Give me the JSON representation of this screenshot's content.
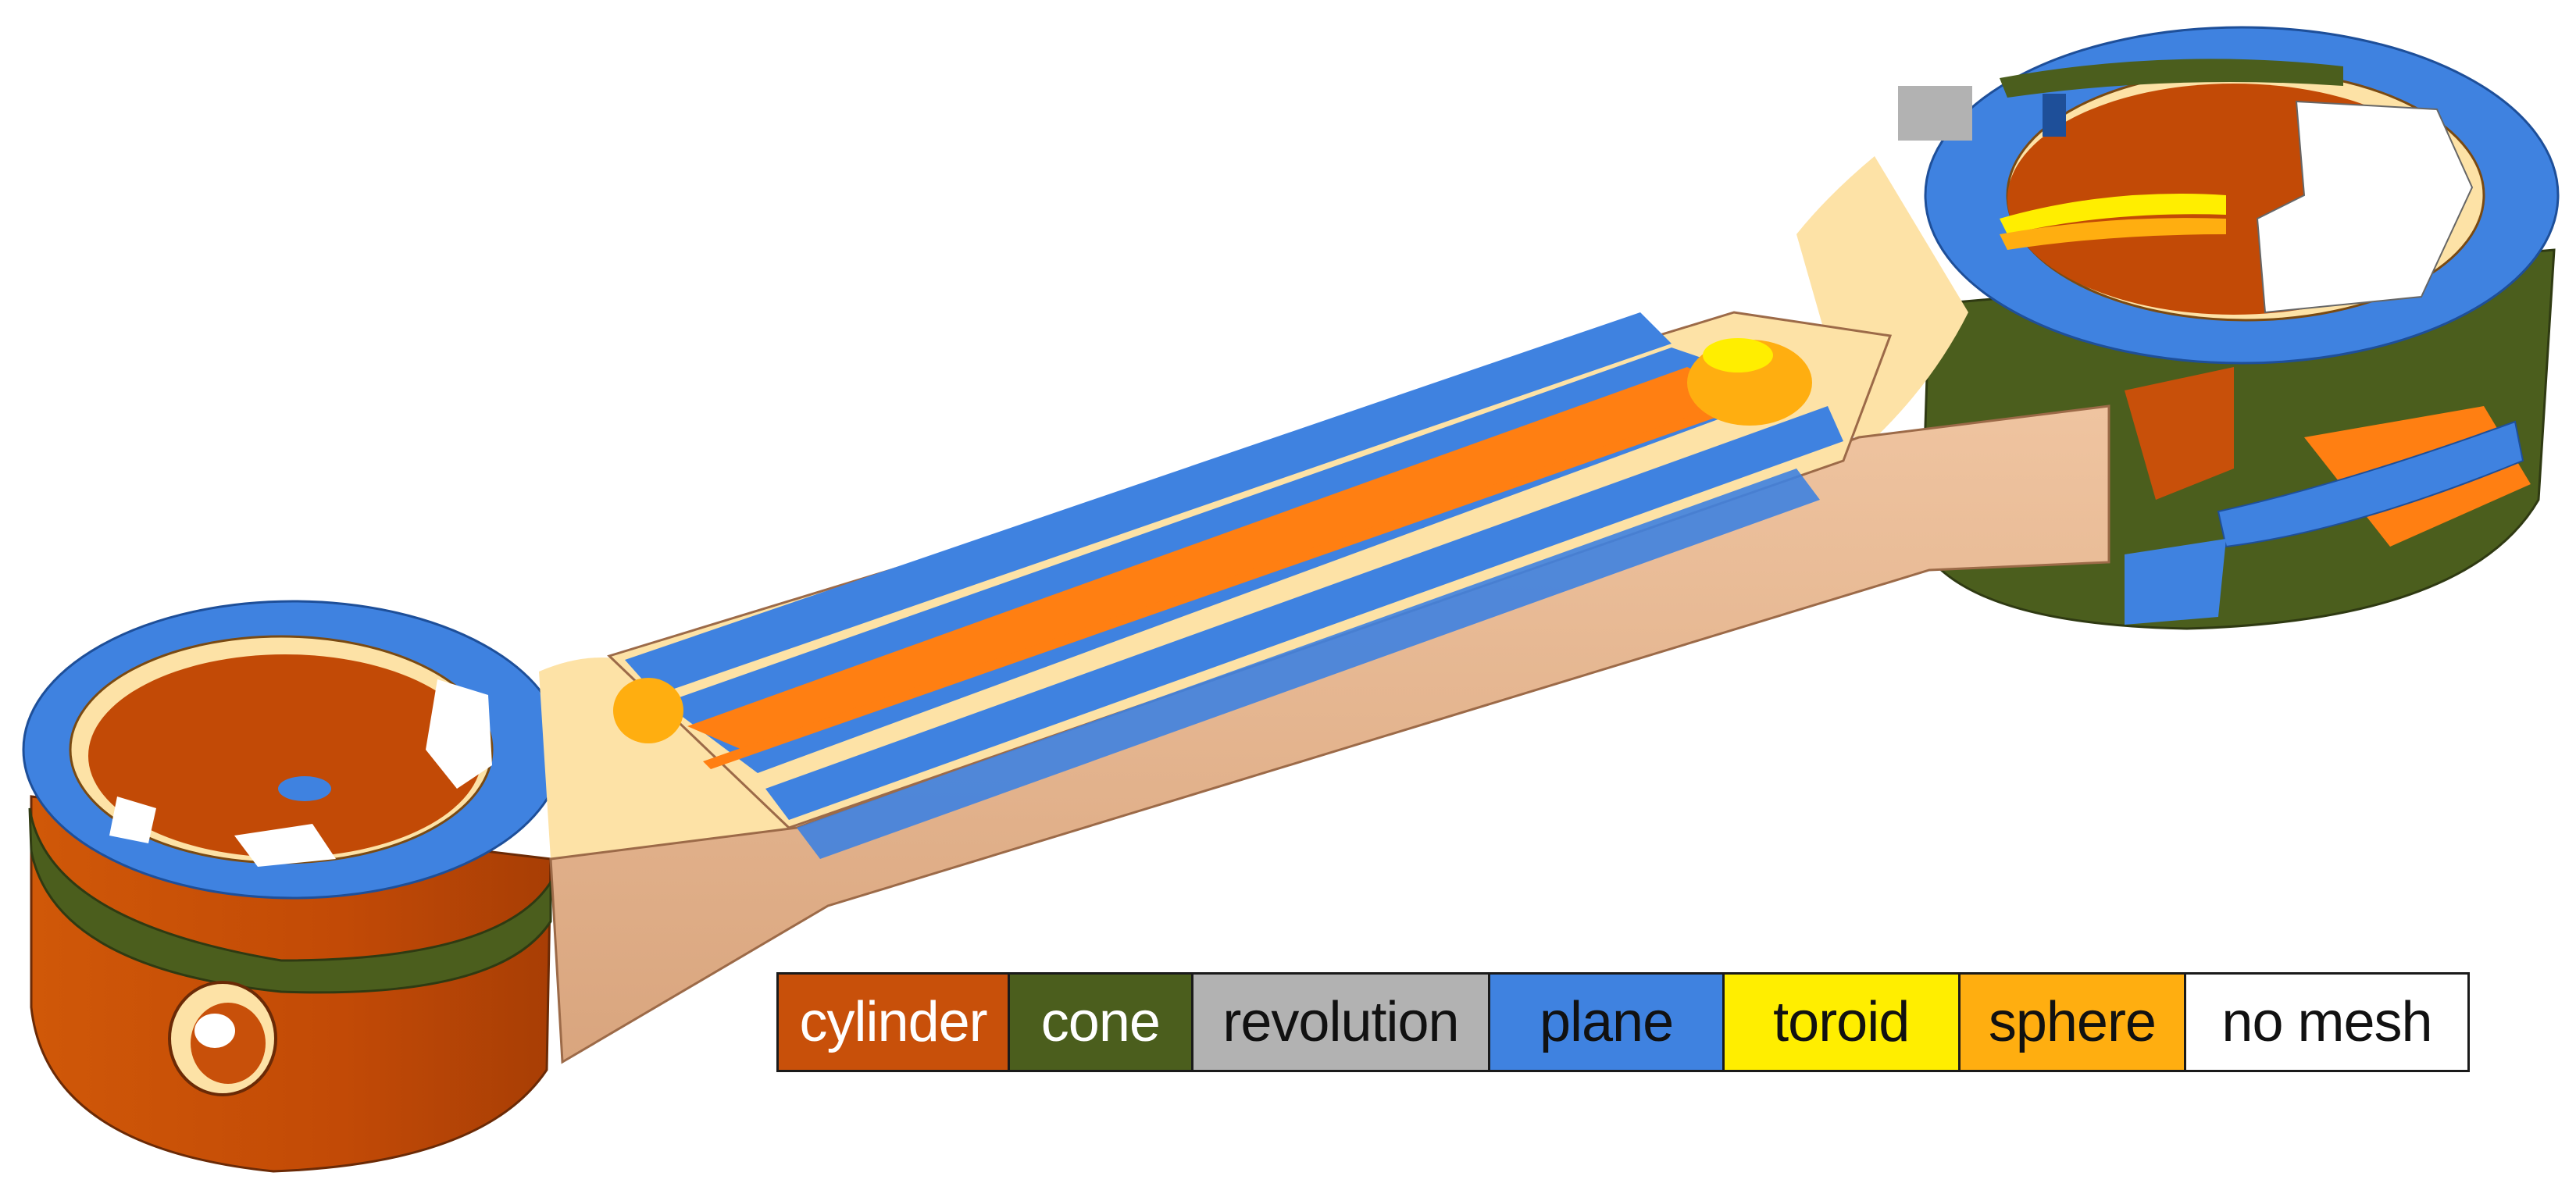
{
  "legend": [
    {
      "label": "cylinder",
      "color": "#c8500a",
      "text_color": "#ffffff"
    },
    {
      "label": "cone",
      "color": "#4b5e1d",
      "text_color": "#ffffff"
    },
    {
      "label": "revolution",
      "color": "#b2b2b2",
      "text_color": "#111111"
    },
    {
      "label": "plane",
      "color": "#3f82e0",
      "text_color": "#111111"
    },
    {
      "label": "toroid",
      "color": "#ffee00",
      "text_color": "#111111"
    },
    {
      "label": "sphere",
      "color": "#ffae10",
      "text_color": "#111111"
    },
    {
      "label": "no mesh",
      "color": "#ffffff",
      "text_color": "#111111"
    }
  ],
  "colors": {
    "cylinder": "#c8500a",
    "cone": "#4b5e1d",
    "revolution": "#b2b2b2",
    "plane": "#3f82e0",
    "toroid": "#ffee00",
    "sphere": "#ffae10",
    "no_mesh": "#ffffff",
    "mesh_body": "#e8b892",
    "mesh_fillet": "#fde2a6",
    "orange_face": "#ff7f12"
  }
}
